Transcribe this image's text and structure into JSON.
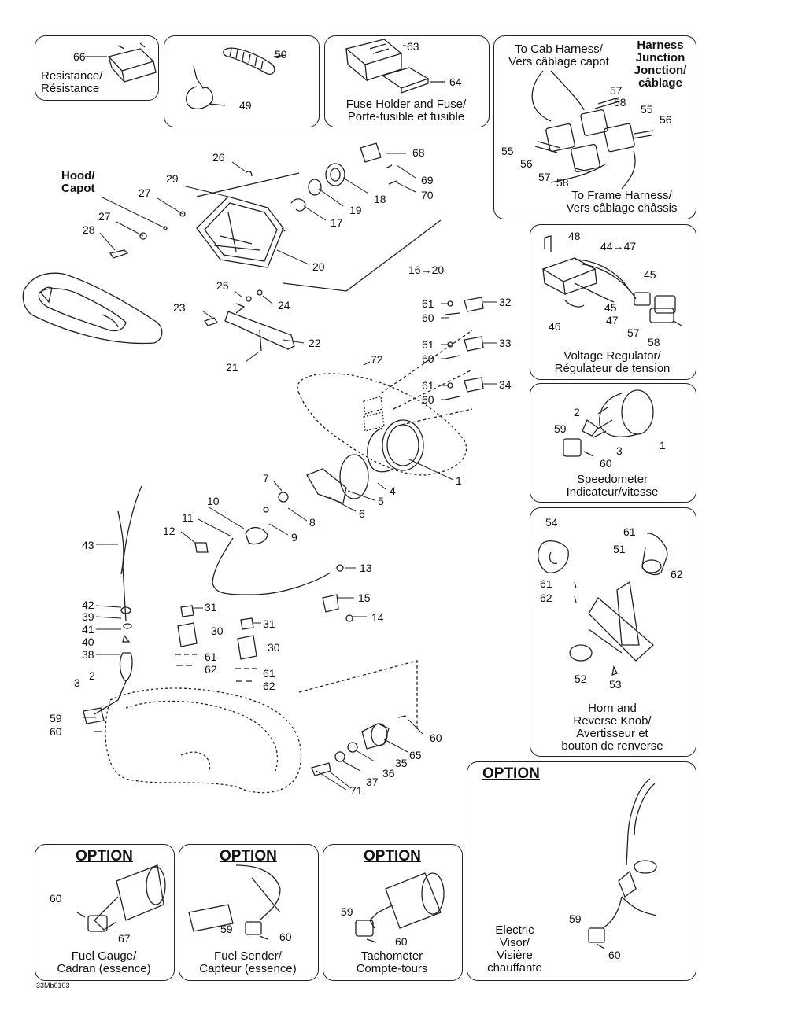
{
  "drawing_code": "33Mb0103",
  "main": {
    "hood_label_en": "Hood/",
    "hood_label_fr": "Capot",
    "parts": [
      "1",
      "2",
      "3",
      "4",
      "5",
      "6",
      "7",
      "8",
      "9",
      "10",
      "11",
      "12",
      "13",
      "14",
      "15",
      "16→20",
      "17",
      "18",
      "19",
      "20",
      "21",
      "22",
      "23",
      "24",
      "25",
      "26",
      "27",
      "28",
      "29",
      "30",
      "31",
      "32",
      "33",
      "34",
      "35",
      "36",
      "37",
      "38",
      "39",
      "40",
      "41",
      "42",
      "43",
      "59",
      "60",
      "61",
      "62",
      "65",
      "68",
      "69",
      "70",
      "71",
      "72"
    ]
  },
  "panels": {
    "resistance": {
      "caption_en": "Resistance/",
      "caption_fr": "Résistance",
      "parts": [
        "66"
      ]
    },
    "clamp": {
      "parts": [
        "50",
        "49"
      ]
    },
    "fuse_holder": {
      "caption_en": "Fuse Holder and Fuse/",
      "caption_fr": "Porte-fusible et fusible",
      "parts": [
        "63",
        "64"
      ]
    },
    "harness_junction": {
      "title_lines": [
        "Harness",
        "Junction",
        "Jonction/",
        "câblage"
      ],
      "cab_en": "To Cab Harness/",
      "cab_fr": "Vers câblage capot",
      "frame_en": "To Frame Harness/",
      "frame_fr": "Vers câblage châssis",
      "parts": [
        "57",
        "58",
        "55",
        "56",
        "55",
        "56",
        "57",
        "58"
      ]
    },
    "voltage_regulator": {
      "caption_en": "Voltage Regulator/",
      "caption_fr": "Régulateur de tension",
      "parts": [
        "48",
        "44→47",
        "45",
        "45",
        "46",
        "47",
        "57",
        "58"
      ]
    },
    "speedometer": {
      "caption_en": "Speedometer",
      "caption_fr": "Indicateur/vitesse",
      "parts": [
        "2",
        "59",
        "3",
        "60",
        "1"
      ]
    },
    "horn": {
      "caption_lines": [
        "Horn and",
        "Reverse Knob/",
        "Avertisseur et",
        "bouton de renverse"
      ],
      "parts": [
        "54",
        "61",
        "51",
        "62",
        "61",
        "62",
        "52",
        "53"
      ]
    },
    "electric_visor": {
      "option": "OPTION",
      "caption_lines": [
        "Electric",
        "Visor/",
        "Visière",
        "chauffante"
      ],
      "parts": [
        "59",
        "60"
      ]
    },
    "fuel_gauge": {
      "option": "OPTION",
      "caption_en": "Fuel Gauge/",
      "caption_fr": "Cadran (essence)",
      "parts": [
        "60",
        "67"
      ]
    },
    "fuel_sender": {
      "option": "OPTION",
      "caption_en": "Fuel Sender/",
      "caption_fr": "Capteur (essence)",
      "parts": [
        "59",
        "60"
      ]
    },
    "tachometer": {
      "option": "OPTION",
      "caption_en": "Tachometer",
      "caption_fr": "Compte-tours",
      "parts": [
        "59",
        "60"
      ]
    }
  }
}
